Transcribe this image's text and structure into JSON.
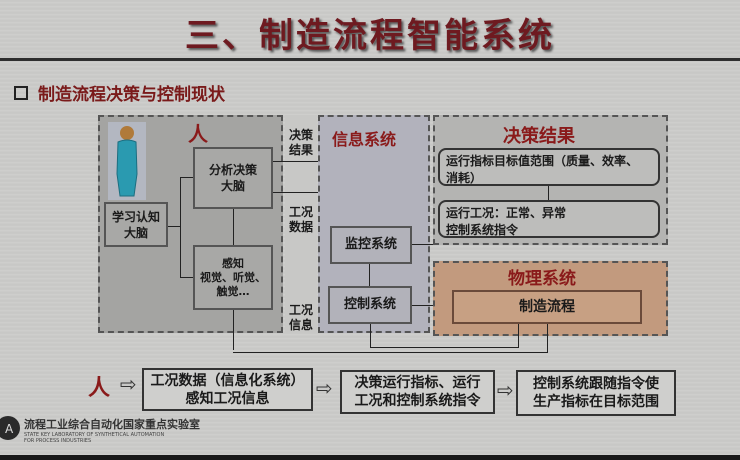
{
  "slide": {
    "title": "三、制造流程智能系统",
    "subheading": "制造流程决策与控制现状"
  },
  "human_panel": {
    "label": "人",
    "analysis_box": "分析决策\n大脑",
    "analysis_line1": "分析决策",
    "analysis_line2": "大脑",
    "learning_line1": "学习认知",
    "learning_line2": "大脑",
    "perception_line1": "感知",
    "perception_line2": "视觉、听觉、",
    "perception_line3": "触觉…"
  },
  "connector_labels": {
    "decision_result_1": "决策",
    "decision_result_2": "结果",
    "status_data_1": "工况",
    "status_data_2": "数据",
    "status_info_1": "工况",
    "status_info_2": "信息"
  },
  "info_system": {
    "label": "信息系统",
    "monitoring": "监控系统",
    "control": "控制系统"
  },
  "decision_results": {
    "label": "决策结果",
    "item1_line1": "运行指标目标值范围（质量、效率、",
    "item1_line2": "消耗）",
    "item2_line1": "运行工况：正常、异常",
    "item2_line2": "控制系统指令"
  },
  "physical_system": {
    "label": "物理系统",
    "process": "制造流程"
  },
  "bottom_flow": {
    "actor": "人",
    "step1_line1": "工况数据（信息化系统）",
    "step1_line2": "感知工况信息",
    "step2_line1": "决策运行指标、运行",
    "step2_line2": "工况和控制系统指令",
    "step3_line1": "控制系统跟随指令使",
    "step3_line2": "生产指标在目标范围"
  },
  "footer": {
    "lab_name_cn": "流程工业综合自动化国家重点实验室",
    "lab_name_en_1": "STATE KEY LABORATORY OF SYNTHETICAL AUTOMATION",
    "lab_name_en_2": "FOR PROCESS INDUSTRIES"
  },
  "colors": {
    "title": "#6e1a20",
    "accent_red": "#8a1a1a",
    "physical_bg": "#c29a7e",
    "info_bg": "#b2b2bc",
    "figure": "#2a9ab0"
  }
}
